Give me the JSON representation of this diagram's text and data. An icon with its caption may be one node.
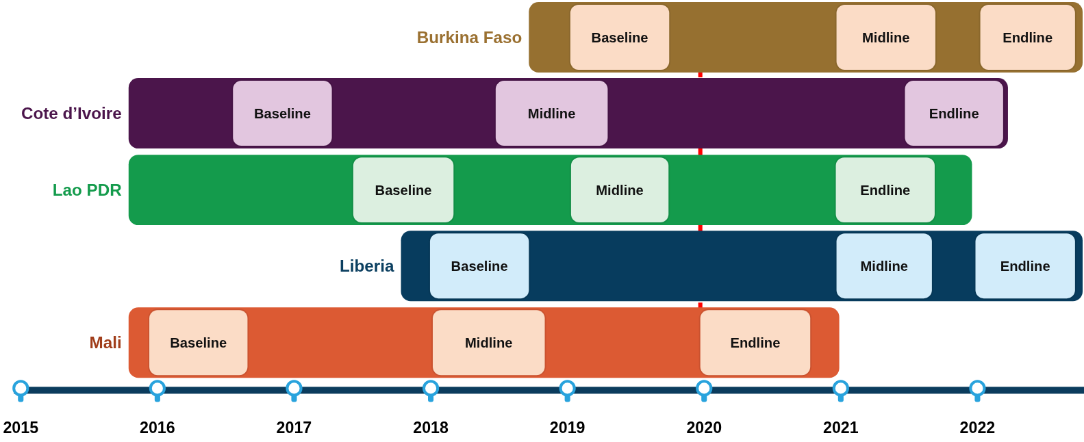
{
  "diagram": {
    "nodes": [
      {
        "text": [
          "Burkina Faso"
        ]
      },
      {
        "text": [
          "Baseline"
        ],
        "in": 0
      },
      {
        "text": [
          "Midline"
        ],
        "in": 0
      },
      {
        "text": [
          "Endline"
        ],
        "in": 0
      },
      {
        "text": [
          "Cote d’Ivoire"
        ]
      },
      {
        "text": [
          "Baseline"
        ],
        "in": 4
      },
      {
        "text": [
          "Midline"
        ],
        "in": 4
      },
      {
        "text": [
          "Endline"
        ],
        "in": 4
      },
      {
        "text": [
          "Lao PDR"
        ]
      },
      {
        "text": [
          "Baseline"
        ],
        "in": 8
      },
      {
        "text": [
          "Midline"
        ],
        "in": 8
      },
      {
        "text": [
          "Endline"
        ],
        "in": 8
      },
      {
        "text": [
          "Liberia"
        ]
      },
      {
        "text": [
          "Baseline"
        ],
        "in": 12
      },
      {
        "text": [
          "Midline"
        ],
        "in": 12
      },
      {
        "text": [
          "Endline"
        ],
        "in": 12
      },
      {
        "text": [
          "Mali"
        ]
      },
      {
        "text": [
          "Baseline"
        ],
        "in": 16
      },
      {
        "text": [
          "Midline"
        ],
        "in": 16
      },
      {
        "text": [
          "Endline"
        ],
        "in": 16
      }
    ],
    "edges": [],
    "labels": [
      "2015",
      "2016",
      "2017",
      "2018",
      "2019",
      "2020",
      "2021",
      "2022"
    ]
  }
}
